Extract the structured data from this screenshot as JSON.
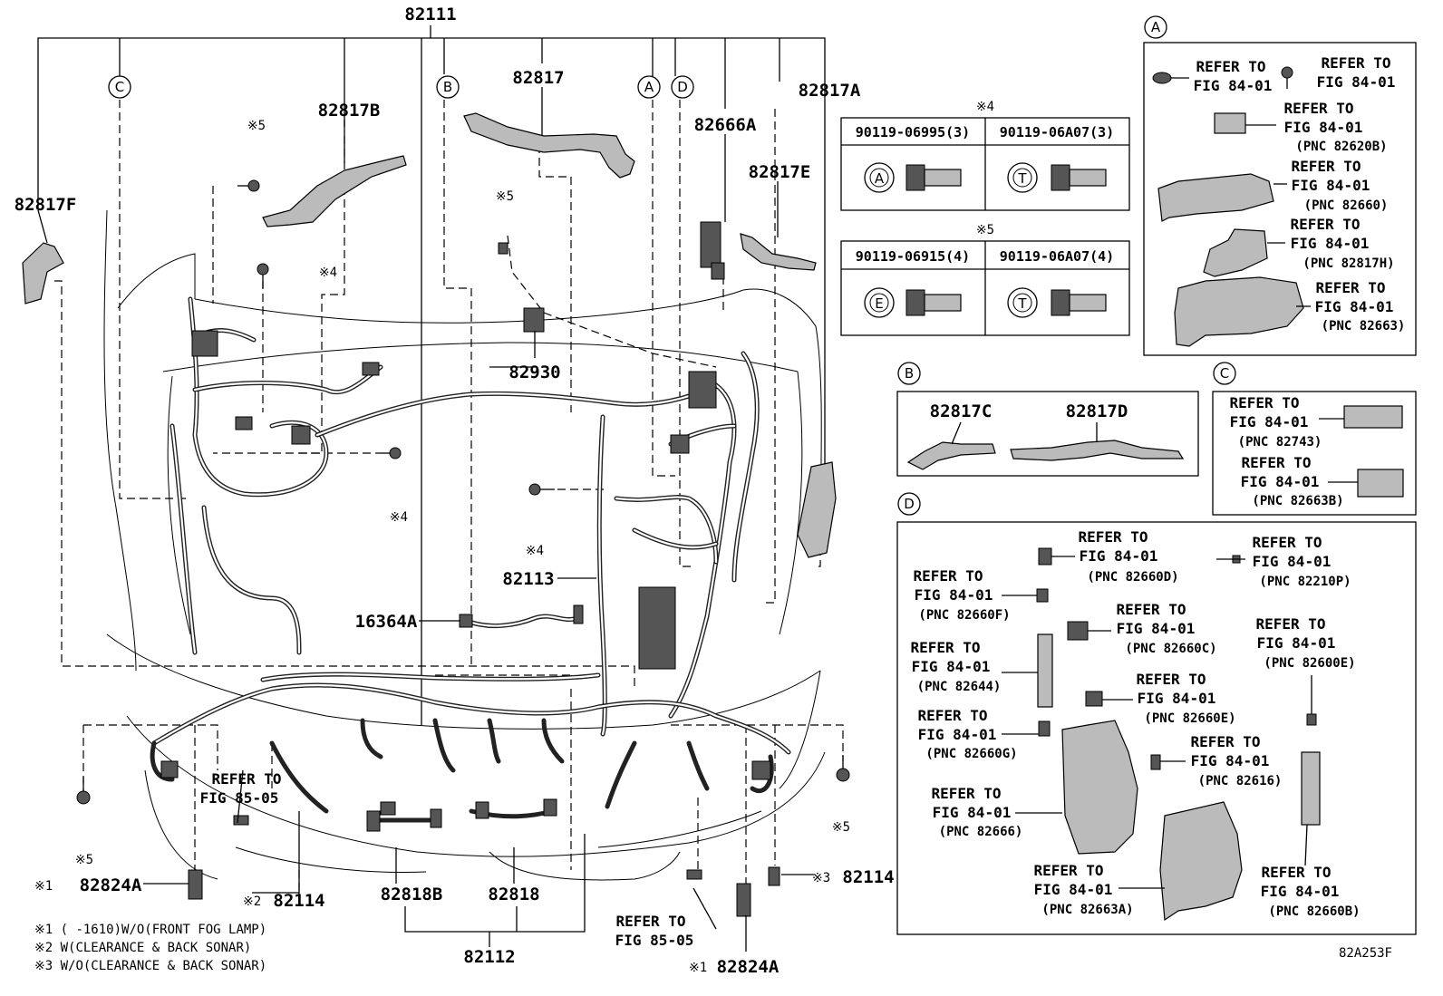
{
  "parts": {
    "main_harness": "82111",
    "p82817": "82817",
    "p82817A": "82817A",
    "p82817B": "82817B",
    "p82817E": "82817E",
    "p82817F": "82817F",
    "p82666A": "82666A",
    "p82930": "82930",
    "p82113": "82113",
    "p16364A": "16364A",
    "p82824A_left": "82824A",
    "p82824A_right": "82824A",
    "p82114_left": "82114",
    "p82114_right": "82114",
    "p82818B": "82818B",
    "p82818": "82818",
    "p82112": "82112",
    "p82817C": "82817C",
    "p82817D": "82817D"
  },
  "marks": {
    "x1": "※1",
    "x2": "※2",
    "x3": "※3",
    "x4": "※4",
    "x5": "※5"
  },
  "callouts": {
    "A": "A",
    "B": "B",
    "C": "C",
    "D": "D",
    "E": "E",
    "T": "T"
  },
  "refer": {
    "refer_to": "REFER TO",
    "fig_84_01": "FIG 84-01",
    "fig_85_05": "FIG 85-05"
  },
  "pnc": {
    "p82620B": "(PNC 82620B)",
    "p82660": "(PNC 82660)",
    "p82817H": "(PNC 82817H)",
    "p82663": "(PNC 82663)",
    "p82743": "(PNC 82743)",
    "p82663B": "(PNC 82663B)",
    "p82660D": "(PNC 82660D)",
    "p82210P": "(PNC 82210P)",
    "p82660F": "(PNC 82660F)",
    "p82660C": "(PNC 82660C)",
    "p82644": "(PNC 82644)",
    "p82600E": "(PNC 82600E)",
    "p82660E": "(PNC 82660E)",
    "p82660G": "(PNC 82660G)",
    "p82616": "(PNC 82616)",
    "p82666": "(PNC 82666)",
    "p82663A": "(PNC 82663A)",
    "p82660B": "(PNC 82660B)"
  },
  "fastener_tables": {
    "t4": {
      "mark": "※4",
      "col1": "90119-06995(3)",
      "col2": "90119-06A07(3)"
    },
    "t5": {
      "mark": "※5",
      "col1": "90119-06915(4)",
      "col2": "90119-06A07(4)"
    }
  },
  "notes": {
    "n1": "※1 (     -1610)W/O(FRONT FOG LAMP)",
    "n2": "※2 W(CLEARANCE & BACK SONAR)",
    "n3": "※3 W/O(CLEARANCE & BACK SONAR)"
  },
  "figure_code": "82A253F"
}
